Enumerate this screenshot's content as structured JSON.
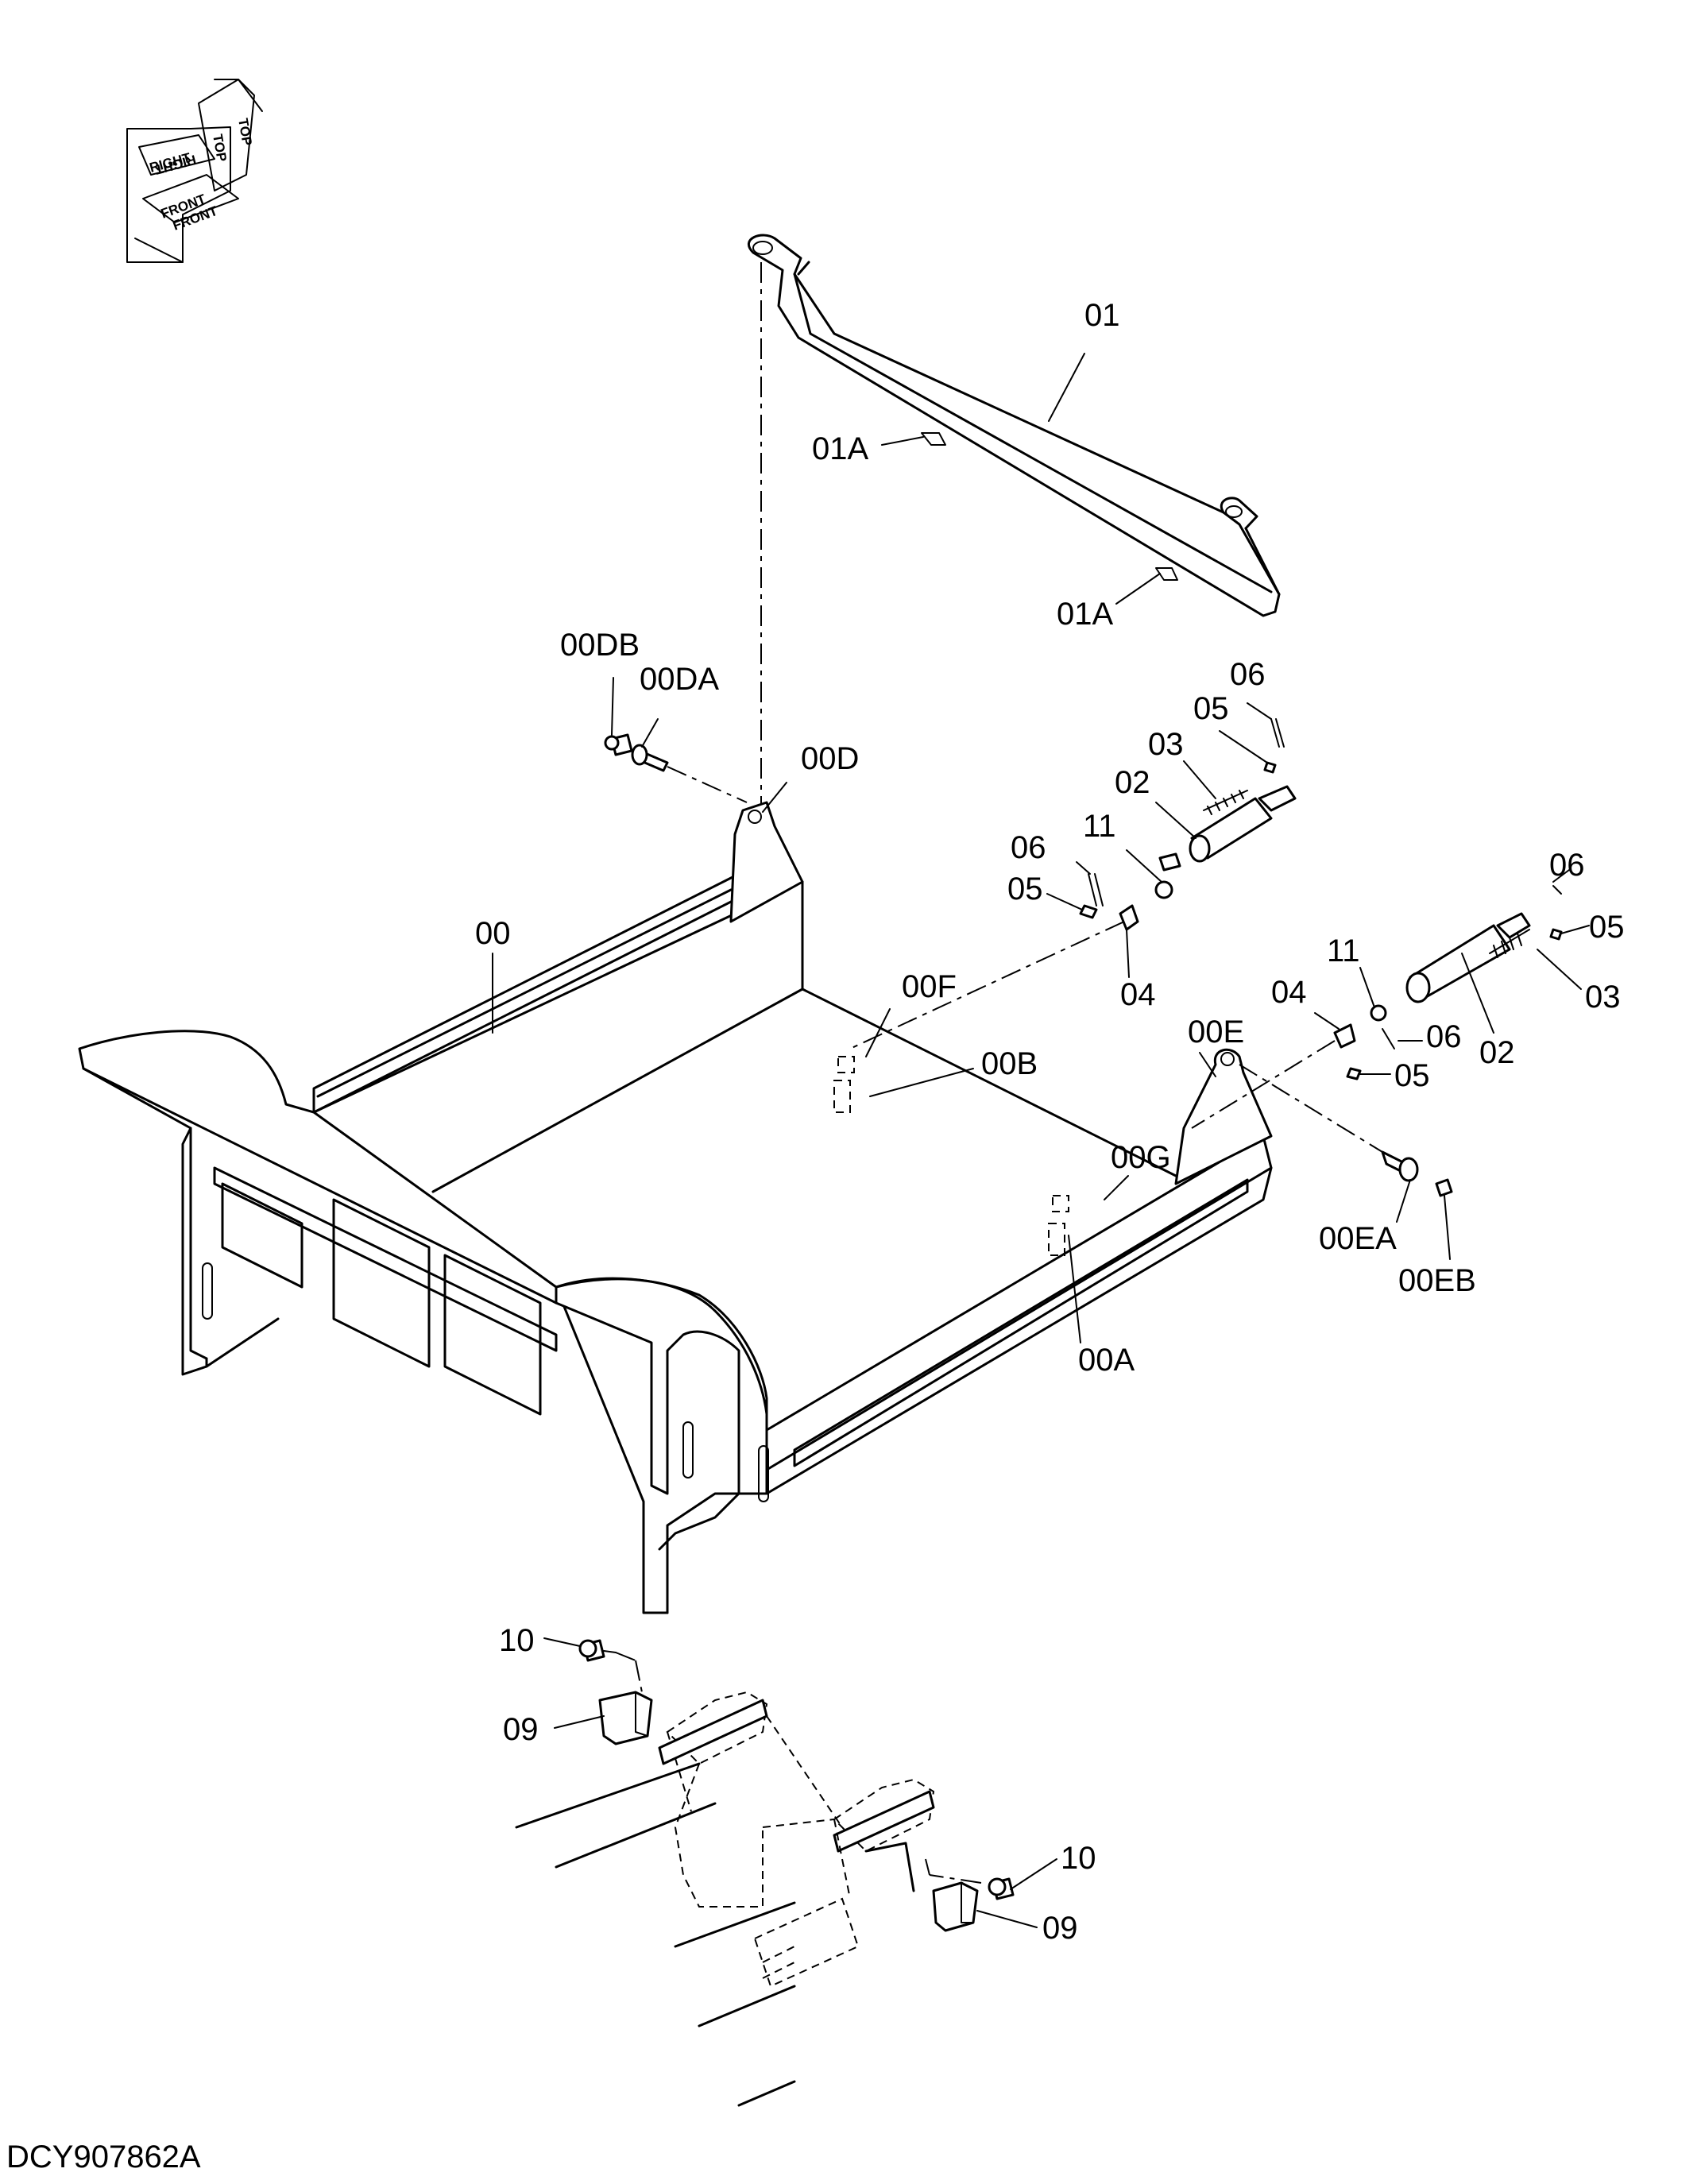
{
  "drawing_code": "DCY907862A",
  "orientation": {
    "top": "TOP",
    "right": "RIGHT",
    "front": "FRONT"
  },
  "labels": {
    "l01": "01",
    "l01A_1": "01A",
    "l01A_2": "01A",
    "l00DB": "00DB",
    "l00DA": "00DA",
    "l00D": "00D",
    "l06_a": "06",
    "l05_a": "05",
    "l03_a": "03",
    "l02_a": "02",
    "l11_a": "11",
    "l06_b": "06",
    "l05_b": "05",
    "l04_a": "04",
    "l00": "00",
    "l00F": "00F",
    "l00B": "00B",
    "l06_c": "06",
    "l05_c": "05",
    "l11_b": "11",
    "l03_b": "03",
    "l04_b": "04",
    "l00E": "00E",
    "l06_d": "06",
    "l05_d": "05",
    "l02_b": "02",
    "l00G": "00G",
    "l00EA": "00EA",
    "l00EB": "00EB",
    "l00A": "00A",
    "l10_a": "10",
    "l09_a": "09",
    "l10_b": "10",
    "l09_b": "09"
  }
}
